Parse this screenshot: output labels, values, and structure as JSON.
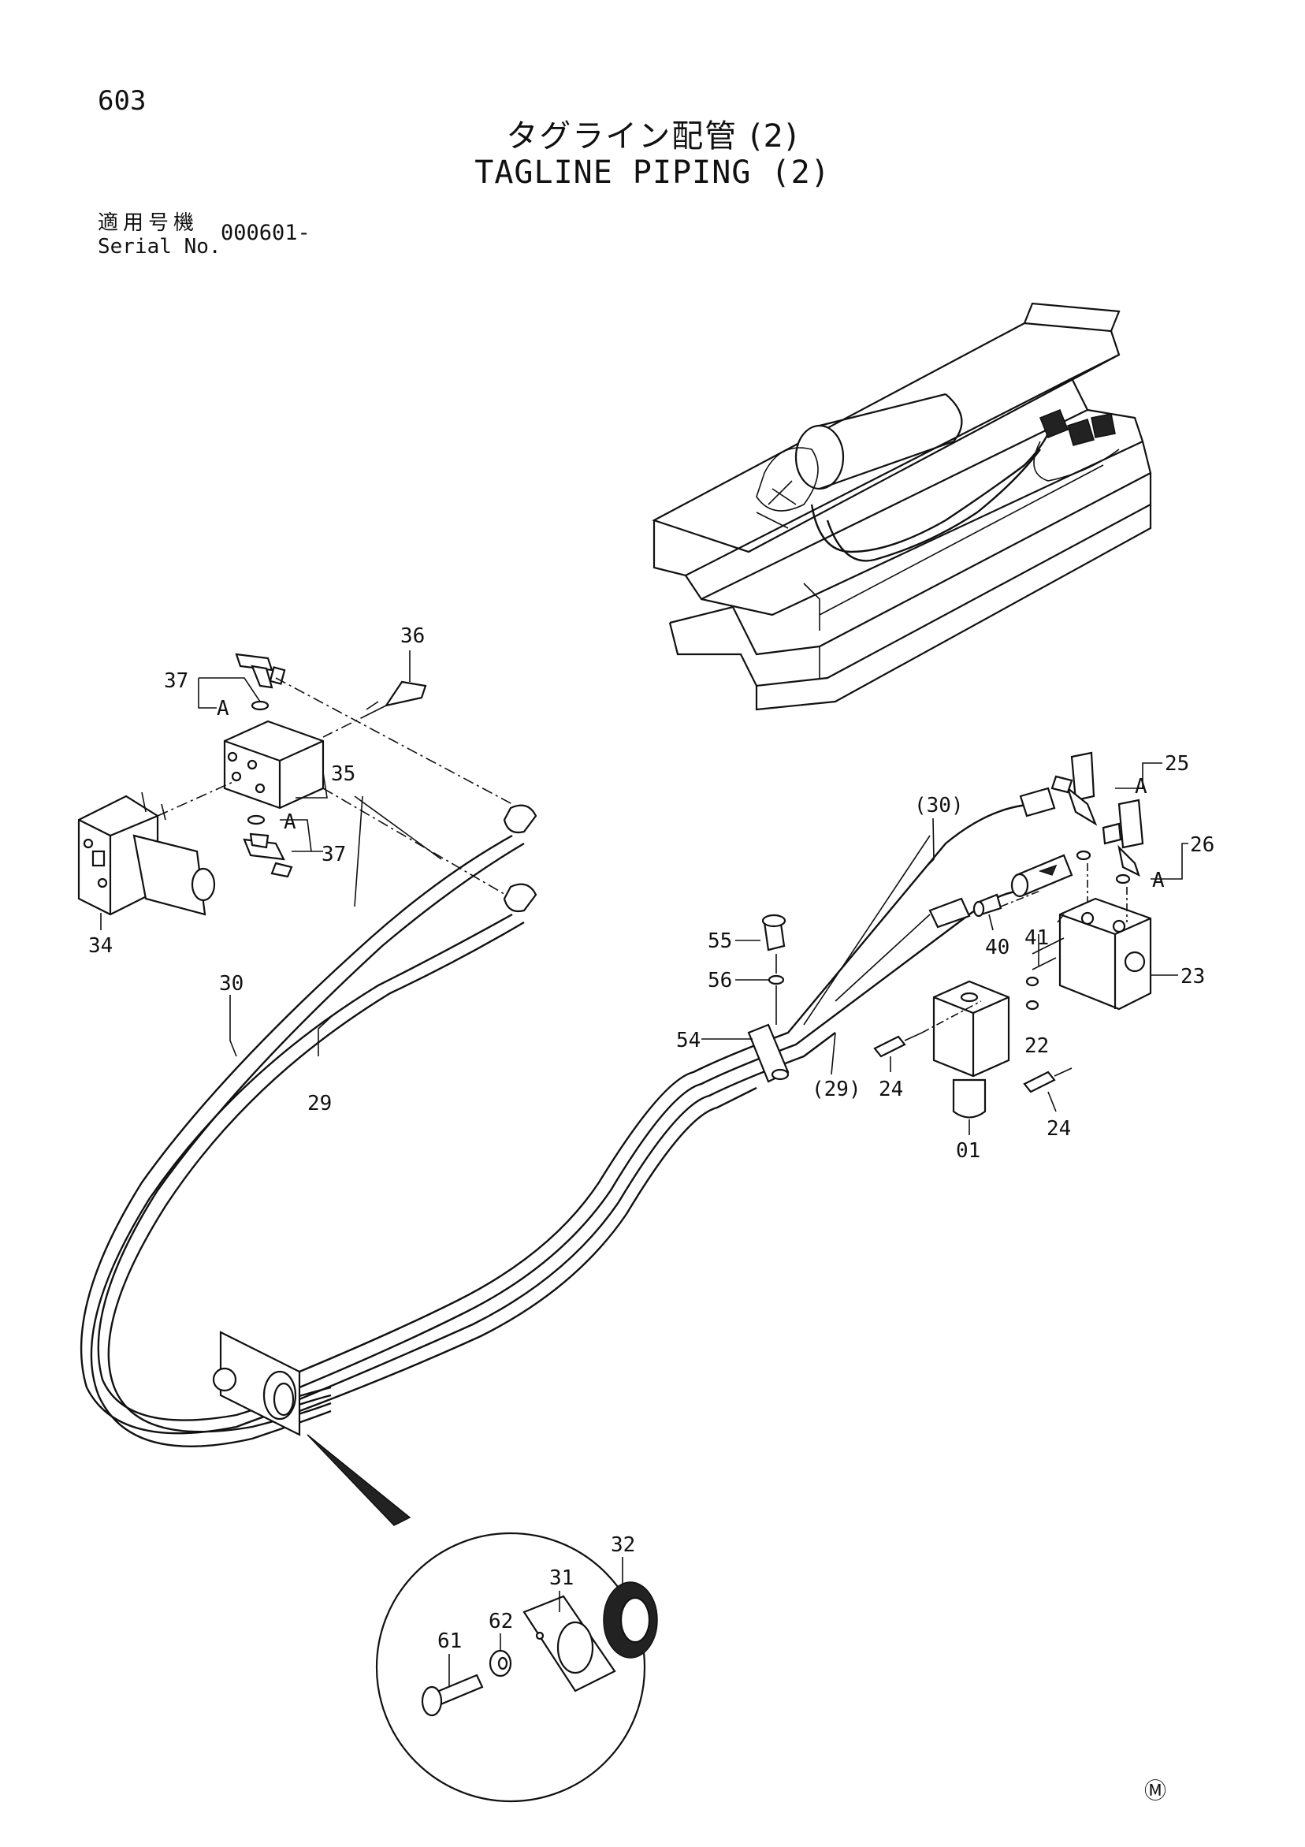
{
  "page_number": "603",
  "title_jp": "タグライン配管 (2)",
  "title_en": "TAGLINE PIPING (2)",
  "serial": {
    "label_jp": "適用号機",
    "label_en": "Serial No.",
    "value": "000601-"
  },
  "callouts": [
    "36",
    "37",
    "A",
    "35",
    "34",
    "37",
    "A",
    "30",
    "29",
    "55",
    "56",
    "54",
    "(30)",
    "(29)",
    "40",
    "41",
    "25",
    "A",
    "26",
    "A",
    "23",
    "22",
    "24",
    "24",
    "01",
    "32",
    "31",
    "62",
    "61"
  ],
  "manufacturer_mark": "Ⓜ"
}
